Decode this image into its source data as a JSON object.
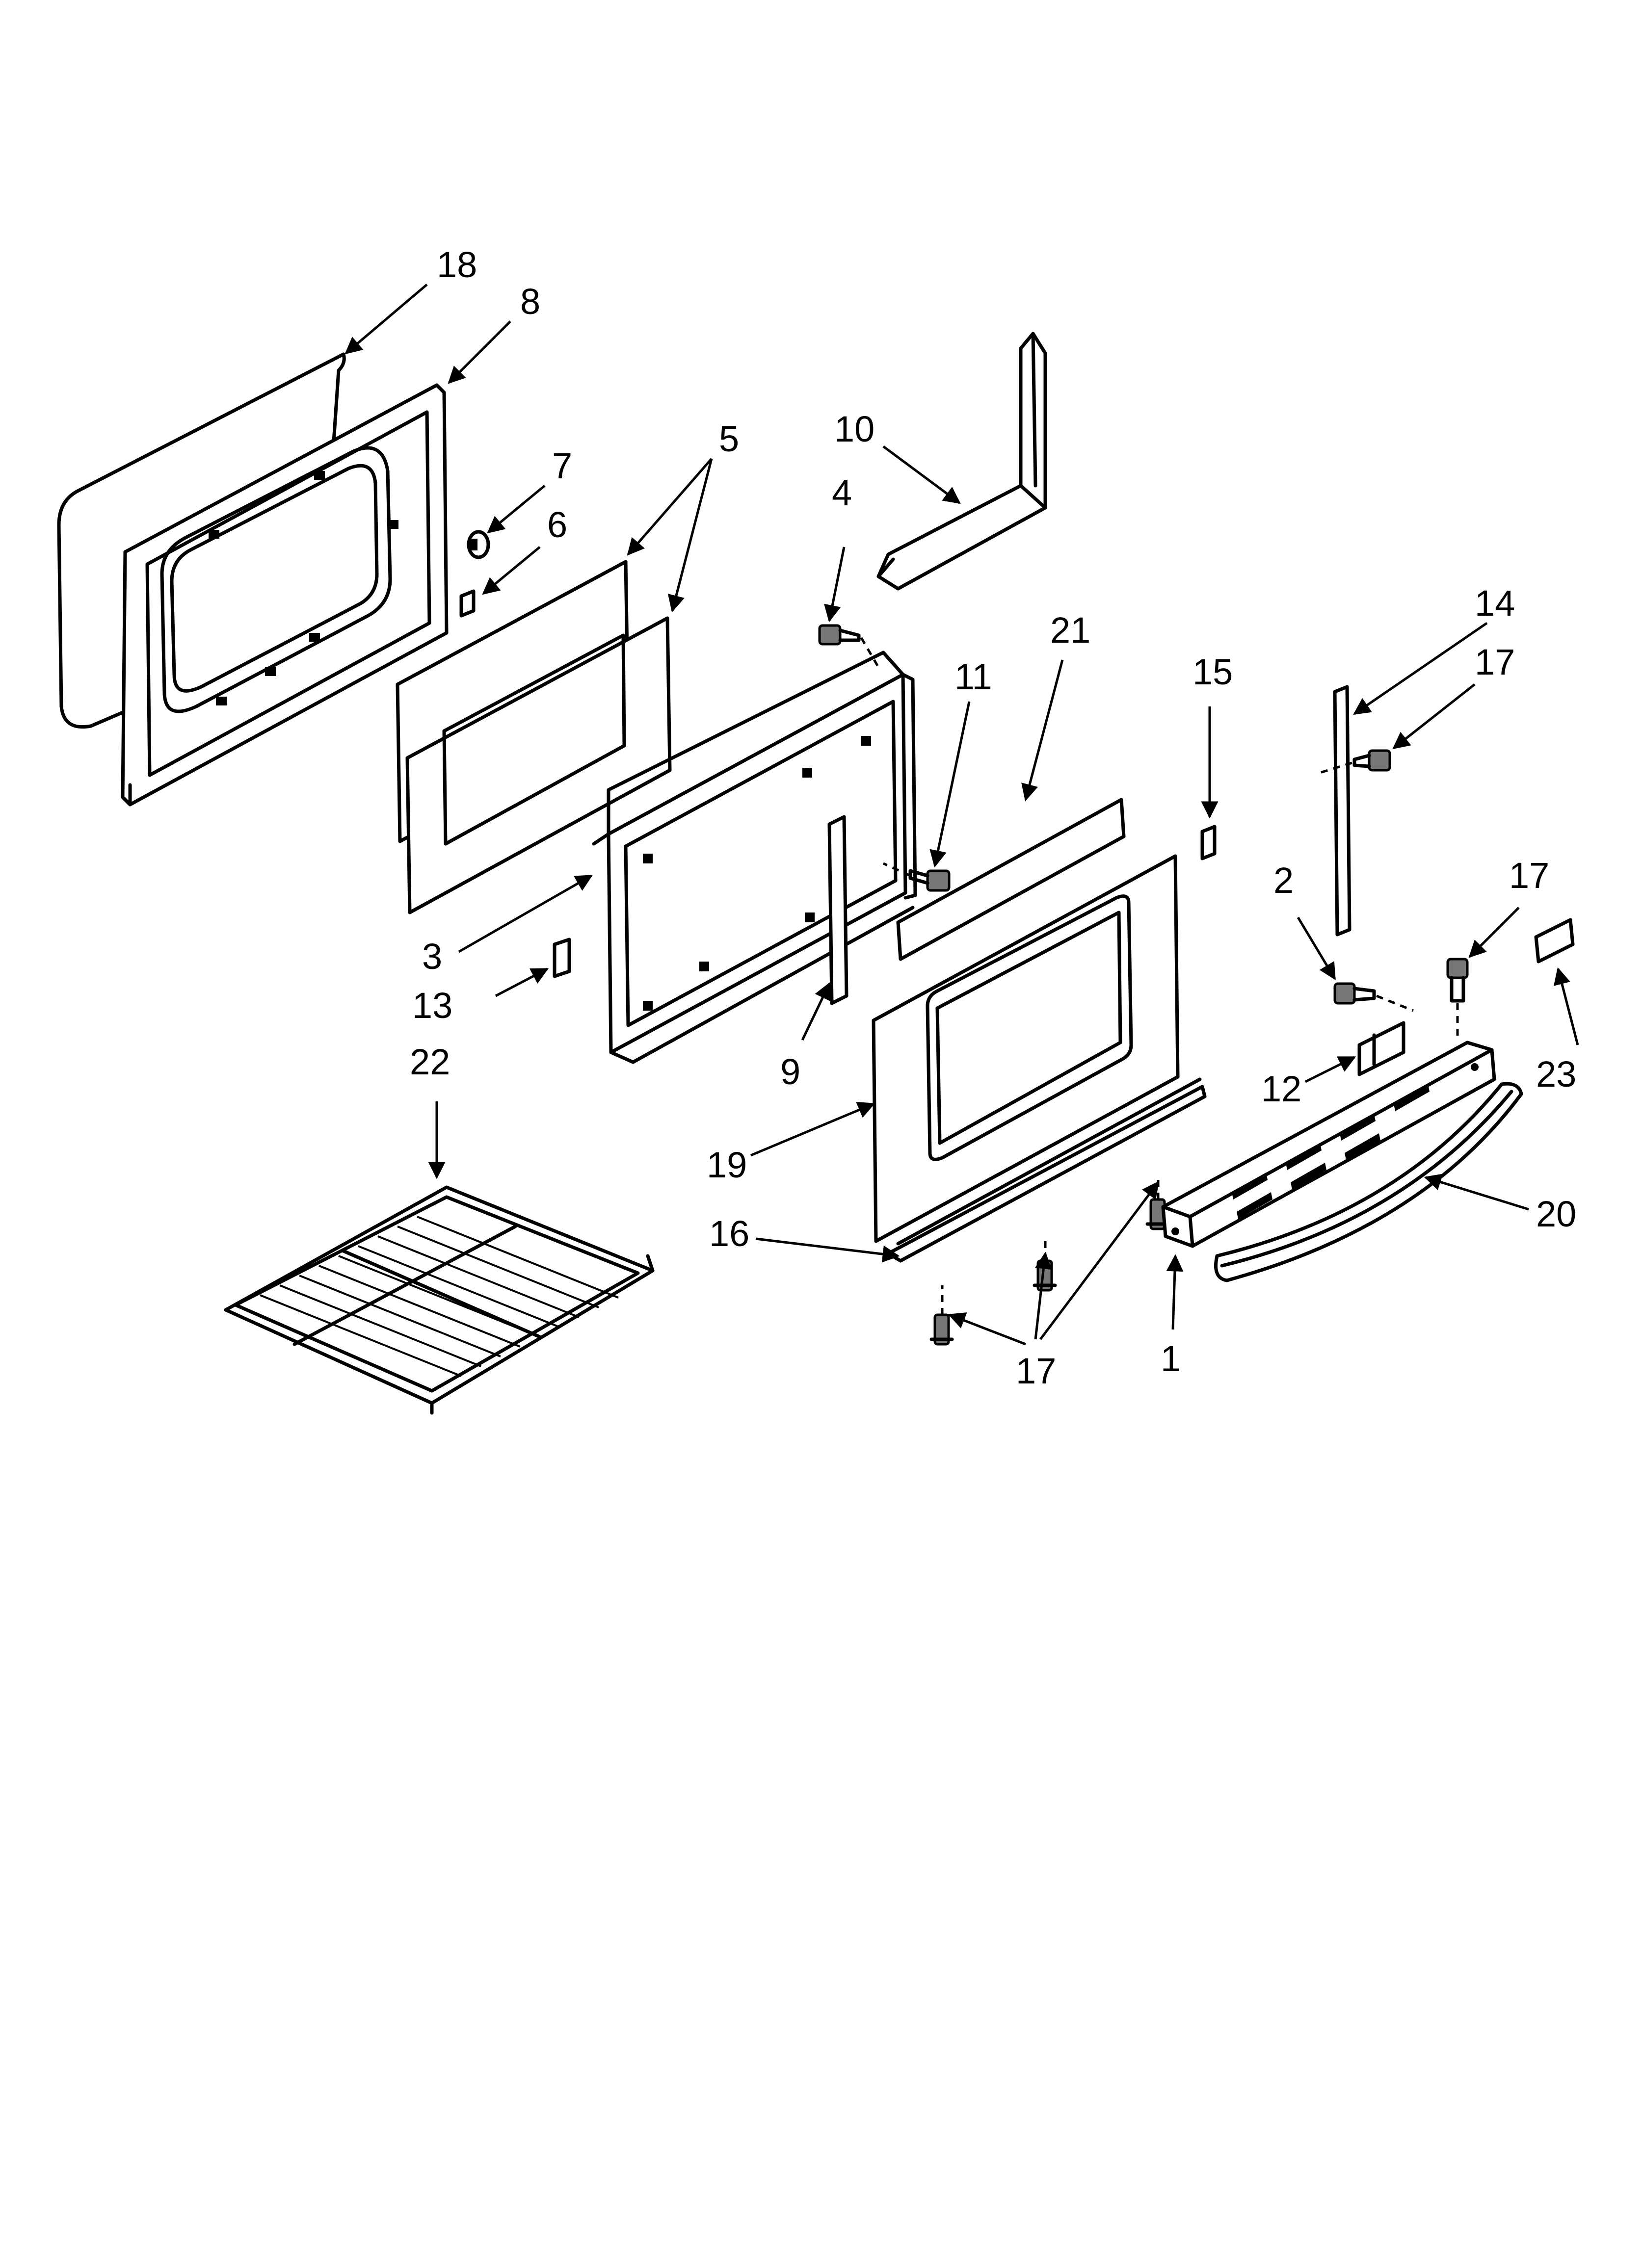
{
  "callouts": [
    {
      "id": "c18",
      "text": "18"
    },
    {
      "id": "c8",
      "text": "8"
    },
    {
      "id": "c10",
      "text": "10"
    },
    {
      "id": "c5",
      "text": "5"
    },
    {
      "id": "c7",
      "text": "7"
    },
    {
      "id": "c6",
      "text": "6"
    },
    {
      "id": "c4",
      "text": "4"
    },
    {
      "id": "c21",
      "text": "21"
    },
    {
      "id": "c14",
      "text": "14"
    },
    {
      "id": "c17a",
      "text": "17"
    },
    {
      "id": "c11",
      "text": "11"
    },
    {
      "id": "c15",
      "text": "15"
    },
    {
      "id": "c2",
      "text": "2"
    },
    {
      "id": "c17b",
      "text": "17"
    },
    {
      "id": "c3",
      "text": "3"
    },
    {
      "id": "c13",
      "text": "13"
    },
    {
      "id": "c9",
      "text": "9"
    },
    {
      "id": "c12",
      "text": "12"
    },
    {
      "id": "c23",
      "text": "23"
    },
    {
      "id": "c22",
      "text": "22"
    },
    {
      "id": "c19",
      "text": "19"
    },
    {
      "id": "c20",
      "text": "20"
    },
    {
      "id": "c16",
      "text": "16"
    },
    {
      "id": "c1",
      "text": "1"
    },
    {
      "id": "c17c",
      "text": "17"
    }
  ]
}
